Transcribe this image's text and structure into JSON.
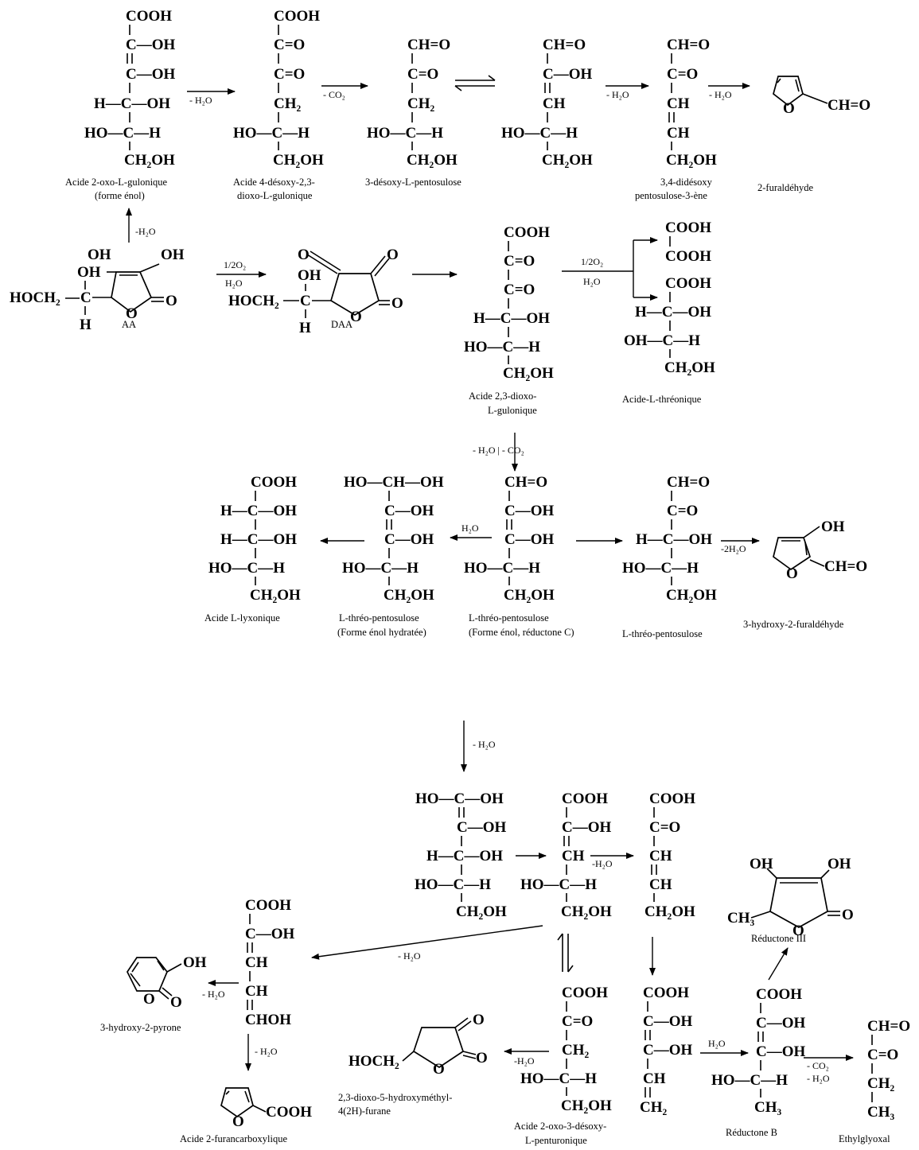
{
  "cooh": "COOH",
  "cho": "CH=O",
  "ch2oh": "CH₂OH",
  "ch2": "CH₂",
  "ch3": "CH₃",
  "ch": "CH",
  "c": "C",
  "c_o": "C=O",
  "c_oh": "C—OH",
  "h_c_oh": "H—C—OH",
  "ho_c_h": "HO—C—H",
  "oh_c_h": "OH—C—H",
  "ho_ch_oh": "HO—CH—OH",
  "ho_c_oh": "HO—C—OH",
  "choh": "CHOH",
  "ch2_db": "CH₂",
  "oh": "OH",
  "h": "H",
  "o": "O",
  "hoch2": "HOCH₂",
  "ch3_ring": "CH₃",
  "reagents": {
    "minus_h2o": "- H₂O",
    "minus_h2o_b": "-H₂O",
    "minus_co2": "- CO₂",
    "half_o2": "1/2O₂",
    "h2o": "H₂O",
    "minus_h2o_co2": "- H₂O | - CO₂",
    "minus_2h2o": "-2H₂O",
    "minus_co2_h2o_1": "- CO₂",
    "minus_co2_h2o_2": "- H₂O",
    "h2o_plain": "H₂O"
  },
  "labels": {
    "s1a": "Acide 2-oxo-L-gulonique",
    "s1b": "(forme énol)",
    "s2a": "Acide 4-désoxy-2,3-",
    "s2b": "dioxo-L-gulonique",
    "s3": "3-désoxy-L-pentosulose",
    "s5a": "3,4-didésoxy",
    "s5b": "pentosulose-3-ène",
    "s6": "2-furaldéhyde",
    "aa": "AA",
    "daa": "DAA",
    "dkg_a": "Acide 2,3-dioxo-",
    "dkg_b": "L-gulonique",
    "thr": "Acide-L-thréonique",
    "lyx": "Acide L-lyxonique",
    "ltp1a": "L-thréo-pentosulose",
    "ltp1b": "(Forme énol hydratée)",
    "ltp2a": "L-thréo-pentosulose",
    "ltp2b": "(Forme énol, réductone C)",
    "ltp3": "L-thréo-pentosulose",
    "hfa": "3-hydroxy-2-furaldéhyde",
    "red3": "Réductone III",
    "pyr": "3-hydroxy-2-pyrone",
    "fca": "Acide 2-furancarboxylique",
    "furan_a": "2,3-dioxo-5-hydroxyméthyl-",
    "furan_b": "4(2H)-furane",
    "pent_a": "Acide 2-oxo-3-désoxy-",
    "pent_b": "L-penturonique",
    "redb": "Réductone B",
    "ethyl": "Ethylglyoxal"
  },
  "colors": {
    "ink": "#000000",
    "background": "#ffffff"
  }
}
